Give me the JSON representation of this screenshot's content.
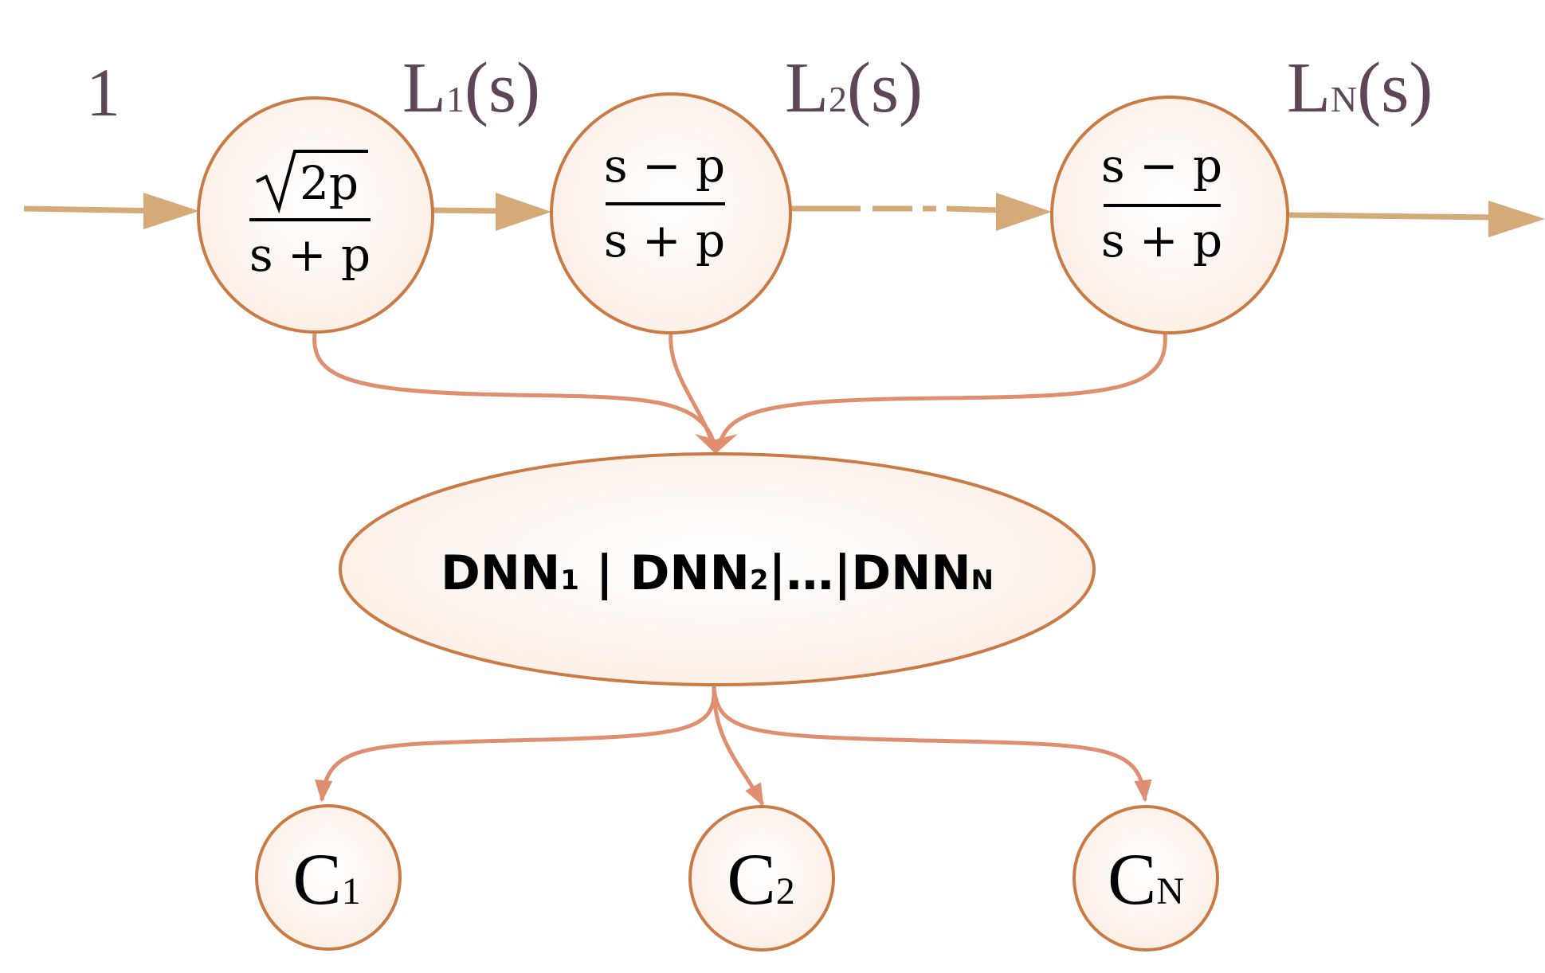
{
  "input_label": "1",
  "stages": [
    {
      "label": "L",
      "sub": "1",
      "arg": "(s)",
      "numerator": "2p",
      "numerator_sqrt": true,
      "denominator": "s + p"
    },
    {
      "label": "L",
      "sub": "2",
      "arg": "(s)",
      "numerator": "s − p",
      "numerator_sqrt": false,
      "denominator": "s + p"
    },
    {
      "label": "L",
      "sub": "N",
      "arg": "(s)",
      "numerator": "s − p",
      "numerator_sqrt": false,
      "denominator": "s + p"
    }
  ],
  "dnn": {
    "parts": [
      "DNN",
      "1",
      " | DNN",
      "2",
      "|…|DNN",
      "N"
    ]
  },
  "outputs": [
    {
      "label": "C",
      "sub": "1"
    },
    {
      "label": "C",
      "sub": "2"
    },
    {
      "label": "C",
      "sub": "N"
    }
  ],
  "colors": {
    "chain_arrow": "#d4aa78",
    "node_stroke": "#c97a45",
    "node_fill": "#fdf3ec",
    "branch_arrow": "#df8f70",
    "label": "#5e4558"
  }
}
